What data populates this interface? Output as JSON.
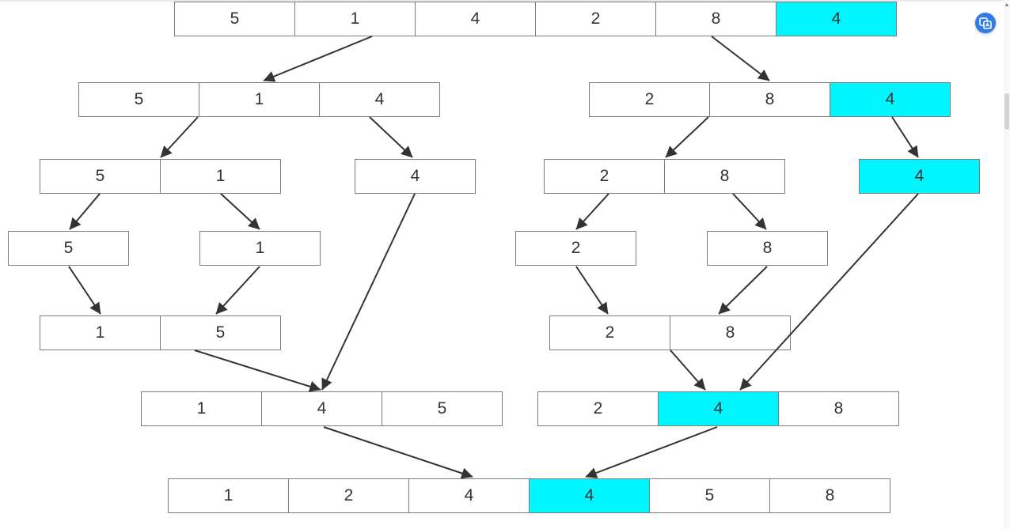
{
  "colors": {
    "highlight": "#00f5ff",
    "cell_border": "#7d7d7d",
    "arrow": "#333333",
    "text": "#333333",
    "float_button": "#2f7be8"
  },
  "icons": {
    "floating_button": "translate-icon"
  },
  "diagram": {
    "top_array": [
      "5",
      "1",
      "4",
      "2",
      "8",
      "4"
    ],
    "left_split": [
      "5",
      "1",
      "4"
    ],
    "right_split": [
      "2",
      "8",
      "4"
    ],
    "left_pair": [
      "5",
      "1"
    ],
    "left_single": [
      "4"
    ],
    "right_pair": [
      "2",
      "8"
    ],
    "right_single": [
      "4"
    ],
    "leaf_5": [
      "5"
    ],
    "leaf_1": [
      "1"
    ],
    "leaf_2": [
      "2"
    ],
    "leaf_8": [
      "8"
    ],
    "merged_left_pair": [
      "1",
      "5"
    ],
    "merged_right_pair": [
      "2",
      "8"
    ],
    "merged_left": [
      "1",
      "4",
      "5"
    ],
    "merged_right": [
      "2",
      "4",
      "8"
    ],
    "result": [
      "1",
      "2",
      "4",
      "4",
      "5",
      "8"
    ]
  }
}
